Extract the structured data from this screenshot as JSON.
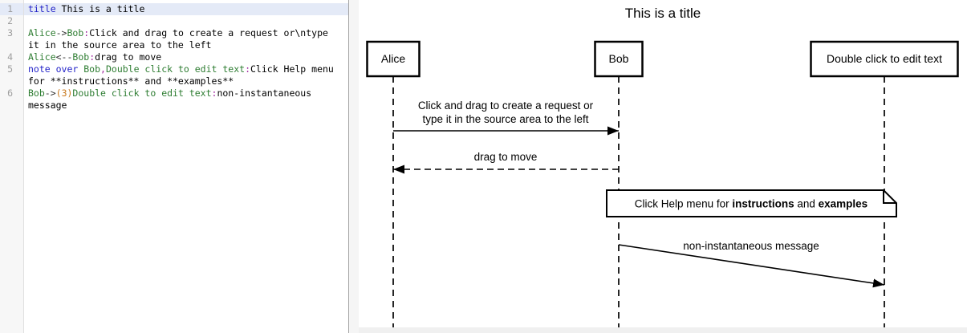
{
  "editor": {
    "token_colors": {
      "keyword": "#2323c8",
      "participant": "#2e7d32",
      "operator": "#333333",
      "separator": "#a026a0",
      "number": "#c8791d",
      "text": "#000000"
    },
    "gutter_color": "#f7f7f7",
    "active_line_color": "#e4eaf7",
    "lines": [
      {
        "num": "1",
        "active": true,
        "rows": [
          [
            {
              "t": "title",
              "c": "kw"
            },
            {
              "t": " This is a title",
              "c": "txt"
            }
          ]
        ]
      },
      {
        "num": "2",
        "rows": [
          []
        ]
      },
      {
        "num": "3",
        "rows": [
          [
            {
              "t": "Alice",
              "c": "actor"
            },
            {
              "t": "->",
              "c": "op"
            },
            {
              "t": "Bob",
              "c": "actor"
            },
            {
              "t": ":",
              "c": "sep"
            },
            {
              "t": "Click and drag to create a request or\\ntype",
              "c": "txt"
            }
          ],
          [
            {
              "t": "it in the source area to the left",
              "c": "txt"
            }
          ]
        ]
      },
      {
        "num": "4",
        "rows": [
          [
            {
              "t": "Alice",
              "c": "actor"
            },
            {
              "t": "<--",
              "c": "op"
            },
            {
              "t": "Bob",
              "c": "actor"
            },
            {
              "t": ":",
              "c": "sep"
            },
            {
              "t": "drag to move",
              "c": "txt"
            }
          ]
        ]
      },
      {
        "num": "5",
        "rows": [
          [
            {
              "t": "note over ",
              "c": "kw"
            },
            {
              "t": "Bob",
              "c": "actor"
            },
            {
              "t": ",",
              "c": "sep"
            },
            {
              "t": "Double click to edit text",
              "c": "actor"
            },
            {
              "t": ":",
              "c": "sep"
            },
            {
              "t": "Click Help menu",
              "c": "txt"
            }
          ],
          [
            {
              "t": "for **instructions** and **examples**",
              "c": "txt"
            }
          ]
        ]
      },
      {
        "num": "6",
        "rows": [
          [
            {
              "t": "Bob",
              "c": "actor"
            },
            {
              "t": "->",
              "c": "op"
            },
            {
              "t": "(3)",
              "c": "num"
            },
            {
              "t": "Double click to edit text",
              "c": "actor"
            },
            {
              "t": ":",
              "c": "sep"
            },
            {
              "t": "non-instantaneous",
              "c": "txt"
            }
          ],
          [
            {
              "t": "message",
              "c": "txt"
            }
          ]
        ]
      }
    ]
  },
  "diagram": {
    "title": "This is a title",
    "participants": [
      "Alice",
      "Bob",
      "Double click to edit text"
    ],
    "messages": [
      {
        "from": "Alice",
        "to": "Bob",
        "style": "solid",
        "label_lines": [
          "Click and drag to create a request or",
          "type it in the source area to the left"
        ]
      },
      {
        "from": "Bob",
        "to": "Alice",
        "style": "dashed",
        "label_lines": [
          "drag to move"
        ]
      },
      {
        "from": "Bob",
        "to": "Double click to edit text",
        "style": "solid-slanted-non-instantaneous",
        "label_lines": [
          "non-instantaneous message"
        ]
      }
    ],
    "note": {
      "over": [
        "Bob",
        "Double click to edit text"
      ],
      "parts": [
        {
          "t": "Click Help menu for ",
          "b": false
        },
        {
          "t": "instructions",
          "b": true
        },
        {
          "t": " and ",
          "b": false
        },
        {
          "t": "examples",
          "b": true
        }
      ]
    }
  }
}
